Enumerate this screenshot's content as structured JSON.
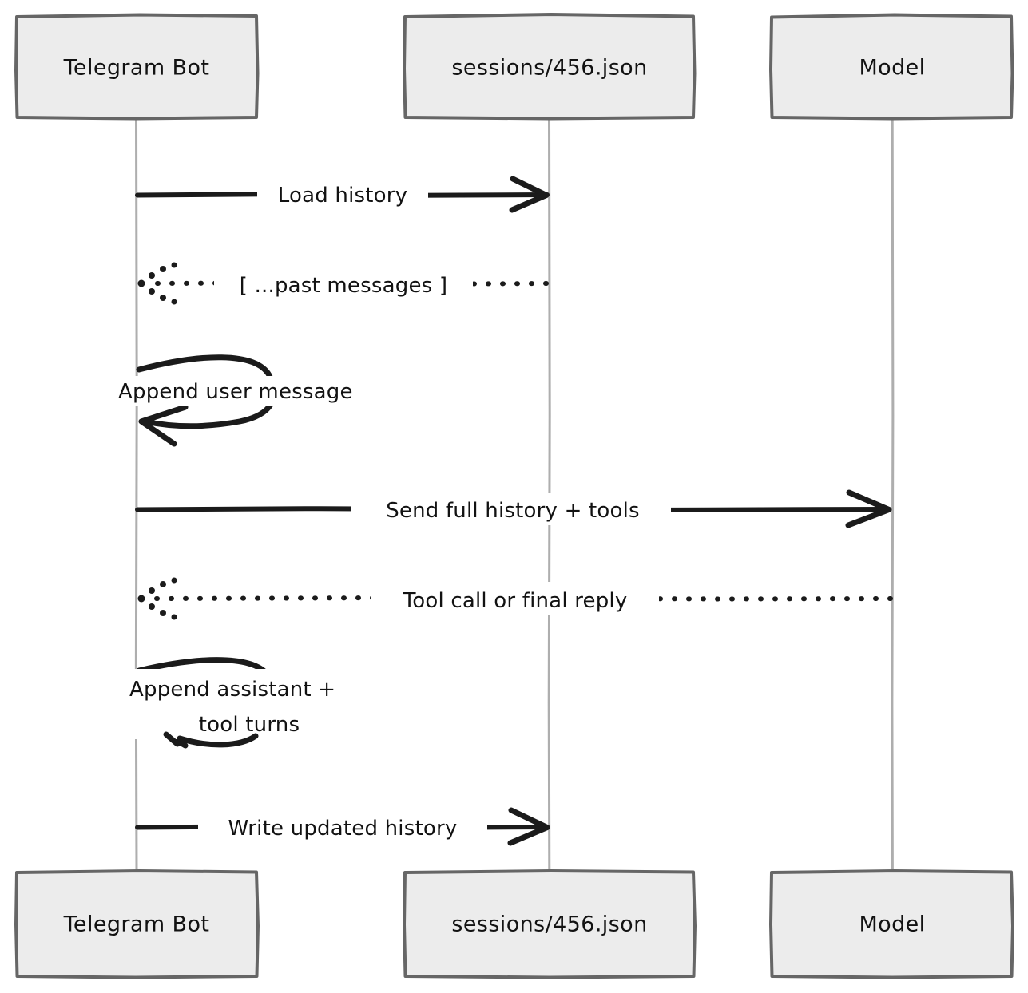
{
  "diagram": {
    "type": "sequence-diagram",
    "title": "",
    "background_color": "#ffffff",
    "box_fill_color": "#ECECEC",
    "box_border_color": "#666666",
    "lifeline_color": "#aeaeae",
    "message_color": "#1b1b1b",
    "participants": [
      {
        "id": "bot",
        "label": "Telegram Bot"
      },
      {
        "id": "session",
        "label": "sessions/456.json"
      },
      {
        "id": "model",
        "label": "Model"
      }
    ],
    "messages": [
      {
        "id": "m1",
        "label": "Load history",
        "from": "bot",
        "to": "session",
        "style": "solid",
        "arrow": "solid-open",
        "direction": "right"
      },
      {
        "id": "m2",
        "label": "[ ...past messages ]",
        "from": "session",
        "to": "bot",
        "style": "dotted",
        "arrow": "dotted-open",
        "direction": "left"
      },
      {
        "id": "m3",
        "label": "Append user message",
        "from": "bot",
        "to": "bot",
        "style": "solid",
        "arrow": "solid-open",
        "direction": "self"
      },
      {
        "id": "m4",
        "label": "Send full history + tools",
        "from": "bot",
        "to": "model",
        "style": "solid",
        "arrow": "solid-open",
        "direction": "right"
      },
      {
        "id": "m5",
        "label": "Tool call or final reply",
        "from": "model",
        "to": "bot",
        "style": "dotted",
        "arrow": "dotted-open",
        "direction": "left"
      },
      {
        "id": "m6",
        "label": "Append assistant +",
        "label_line2": "tool turns",
        "from": "bot",
        "to": "bot",
        "style": "solid",
        "arrow": "solid-open",
        "direction": "self"
      },
      {
        "id": "m7",
        "label": "Write updated history",
        "from": "bot",
        "to": "session",
        "style": "solid",
        "arrow": "solid-open",
        "direction": "right"
      }
    ],
    "footer_participants": [
      {
        "id": "bot-footer",
        "label": "Telegram Bot"
      },
      {
        "id": "session-footer",
        "label": "sessions/456.json"
      },
      {
        "id": "model-footer",
        "label": "Model"
      }
    ]
  }
}
